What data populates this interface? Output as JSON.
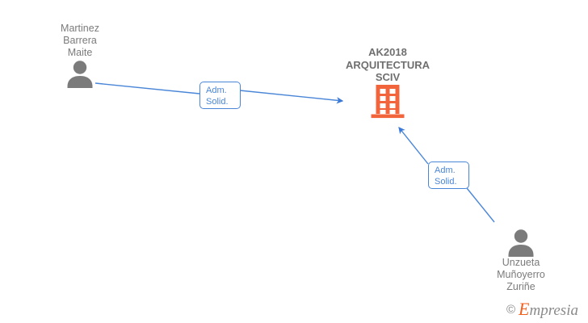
{
  "graph": {
    "background_color": "#ffffff",
    "company": {
      "id": "company-ak2018",
      "icon": "building-icon",
      "icon_color": "#f2643c",
      "label_lines": [
        "AK2018",
        "ARQUITECTURA",
        "SCIV"
      ],
      "label_color": "#6f6f6f"
    },
    "people": [
      {
        "id": "person-martinez-barrera-maite",
        "icon": "person-icon",
        "icon_color": "#7b7b7b",
        "label_lines": [
          "Martinez",
          "Barrera",
          "Maite"
        ],
        "label_color": "#7b7b7b"
      },
      {
        "id": "person-unzueta-munoyerro-zurine",
        "icon": "person-icon",
        "icon_color": "#7b7b7b",
        "label_lines": [
          "Unzueta",
          "Muñoyerro",
          "Zuriñe"
        ],
        "label_color": "#7b7b7b"
      }
    ],
    "edges": [
      {
        "id": "edge-martinez-to-company",
        "from": "person-martinez-barrera-maite",
        "to": "company-ak2018",
        "color": "#4a86d8",
        "label_lines": [
          "Adm.",
          "Solid."
        ]
      },
      {
        "id": "edge-unzueta-to-company",
        "from": "person-unzueta-munoyerro-zurine",
        "to": "company-ak2018",
        "color": "#4a86d8",
        "label_lines": [
          "Adm.",
          "Solid."
        ]
      }
    ]
  },
  "watermark": {
    "copyright": "©",
    "brand_initial": "E",
    "brand_rest": "mpresia"
  }
}
